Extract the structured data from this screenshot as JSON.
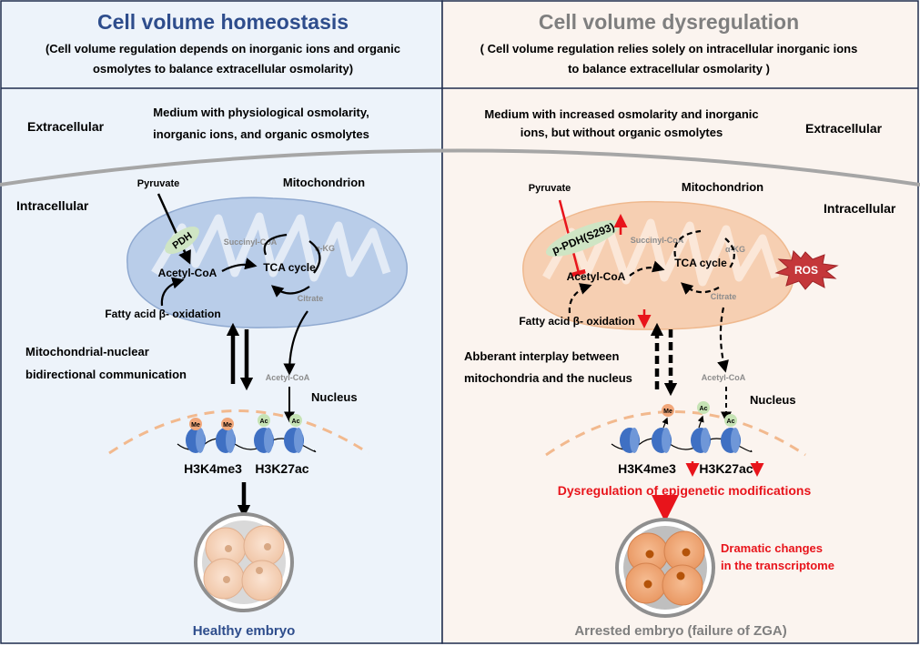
{
  "left": {
    "title": "Cell volume homeostasis",
    "subtitle_1": "(Cell volume regulation depends on inorganic ions and organic",
    "subtitle_2": "osmolytes to balance extracellular osmolarity)",
    "extracellular": "Extracellular",
    "medium_1": "Medium with physiological osmolarity,",
    "medium_2": "inorganic ions, and organic osmolytes",
    "intracellular": "Intracellular",
    "pyruvate": "Pyruvate",
    "mitochondrion": "Mitochondrion",
    "pdh": "PDH",
    "succinyl": "Succinyl-CoA",
    "akg": "α-KG",
    "acetyl": "Acetyl-CoA",
    "tca": "TCA cycle",
    "citrate": "Citrate",
    "fatty": "Fatty acid β- oxidation",
    "comm_1": "Mitochondrial-nuclear",
    "comm_2": "bidirectional communication",
    "acetyl_nuc": "Acetyl-CoA",
    "nucleus": "Nucleus",
    "me": "Me",
    "ac": "Ac",
    "h3k4": "H3K4me3",
    "h3k27": "H3K27ac",
    "embryo": "Healthy embryo"
  },
  "right": {
    "title": "Cell volume dysregulation",
    "subtitle_1": "( Cell volume regulation relies solely on intracellular inorganic ions",
    "subtitle_2": "to balance extracellular osmolarity )",
    "medium_1": "Medium with increased osmolarity and inorganic",
    "medium_2": "ions, but without organic osmolytes",
    "extracellular": "Extracellular",
    "pyruvate": "Pyruvate",
    "mitochondrion": "Mitochondrion",
    "intracellular": "Intracellular",
    "ppdh": "p-PDH(S293)",
    "succinyl": "Succinyl-CoA",
    "akg": "α-KG",
    "ros": "ROS",
    "acetyl": "Acetyl-CoA",
    "tca": "TCA cycle",
    "citrate": "Citrate",
    "fatty": "Fatty acid β- oxidation",
    "comm_1": "Abberant interplay between",
    "comm_2": "mitochondria and the nucleus",
    "acetyl_nuc": "Acetyl-CoA",
    "nucleus": "Nucleus",
    "me": "Me",
    "ac": "Ac",
    "h3k4": "H3K4me3",
    "h3k27": "H3K27ac",
    "epigenetic": "Dysregulation of epigenetic modifications",
    "changes_1": "Dramatic changes",
    "changes_2": "in the transcriptome",
    "embryo": "Arrested embryo (failure of ZGA)"
  },
  "colors": {
    "left_title": "#2e4d8c",
    "right_title": "#7f7f7f",
    "left_bg": "#edf3fa",
    "right_bg": "#fbf4ef",
    "mito_left": "#b9cde9",
    "mito_right": "#f6cfb2",
    "pdh_fill": "#cfe5c4",
    "red": "#e8141b",
    "ros": "#c4373a",
    "nucleosome": "#3f70c3",
    "me_tag": "#f1a77a",
    "ac_tag": "#c6e3b5",
    "cell_healthy": "#f6d2b8",
    "cell_arrested": "#f0a978"
  }
}
